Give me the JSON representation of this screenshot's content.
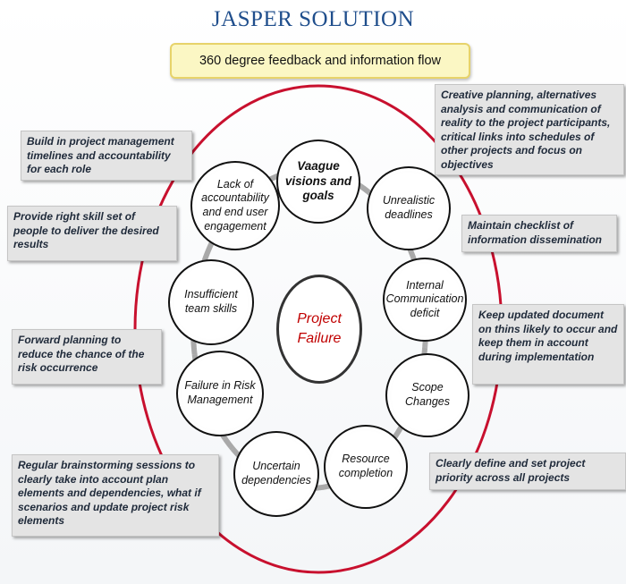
{
  "title": "JASPER SOLUTION",
  "subtitle": "360 degree feedback and information flow",
  "center": {
    "line1": "Project",
    "line2": "Failure"
  },
  "nodes": {
    "vision": [
      "Vaague",
      "visions and",
      "goals"
    ],
    "deadlines": [
      "Unrealistic",
      "deadlines"
    ],
    "communication": [
      "Internal",
      "Communication",
      "deficit"
    ],
    "scope": [
      "Scope",
      "Changes"
    ],
    "resource": [
      "Resource",
      "completion"
    ],
    "dependencies": [
      "Uncertain",
      "dependencies"
    ],
    "risk": [
      "Failure in Risk",
      "Management"
    ],
    "skills": [
      "Insufficient",
      "team skills"
    ],
    "accountability": [
      "Lack of",
      "accountability",
      "and end user",
      "engagement"
    ]
  },
  "notes": {
    "creative": "Creative planning, alternatives analysis and communication of reality to the project participants, critical links into schedules of other projects and focus on objectives",
    "timelines": "Build in project management timelines and accountability for each role",
    "skillset": "Provide right skill set of people to deliver the desired results",
    "checklist": "Maintain checklist of information dissemination",
    "document": "Keep updated document on thins likely to occur and keep them in account during implementation",
    "forward": "Forward planning to reduce the chance of the risk occurrence",
    "priority": "Clearly define and set project priority across all projects",
    "brainstorm": "Regular brainstorming sessions to clearly take into account plan elements and dependencies, what if scenarios and update project risk elements"
  },
  "colors": {
    "title": "#1f4e8c",
    "ring": "#c8102e",
    "center_text": "#c00000",
    "connector": "#a9a9a9"
  }
}
